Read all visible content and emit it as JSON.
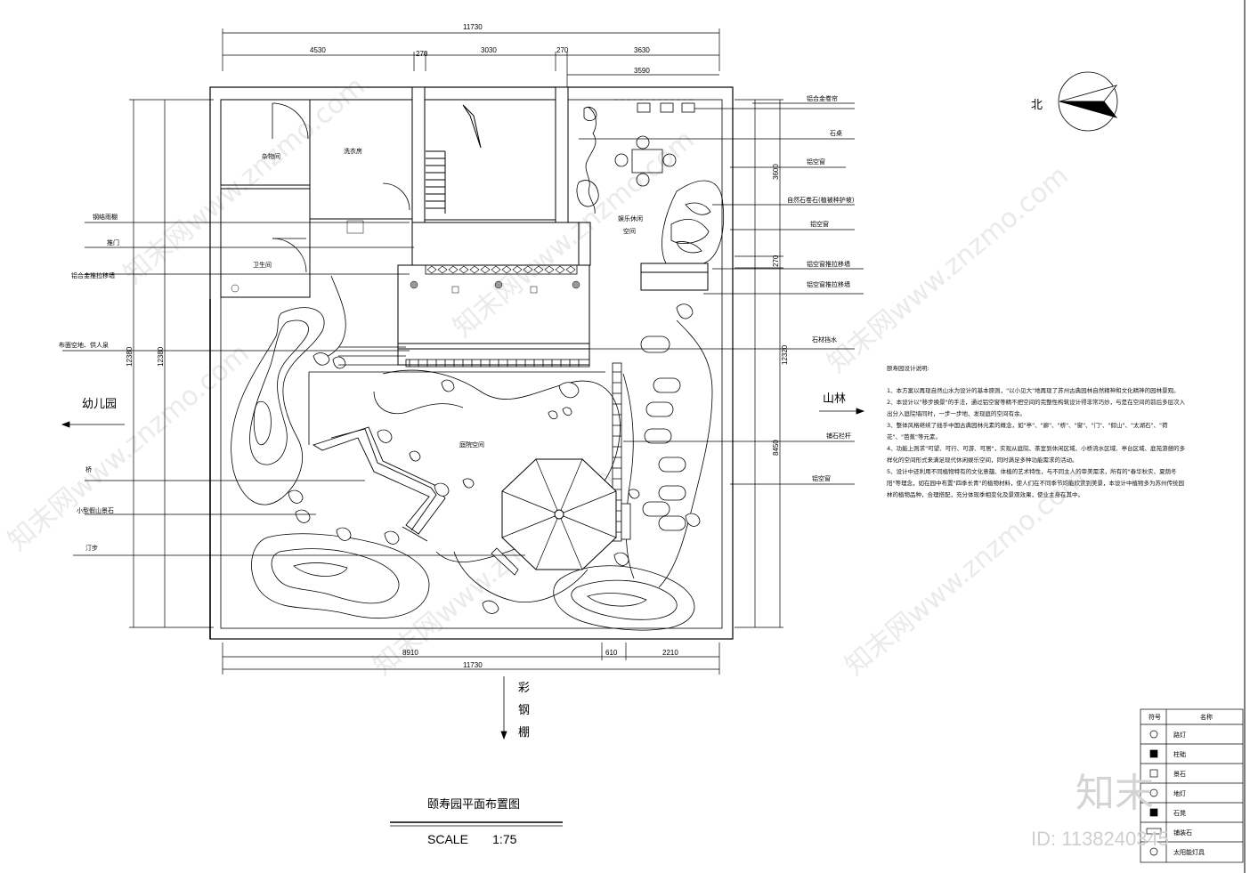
{
  "dims": {
    "top_total": "11730",
    "top_segments": [
      "4530",
      "270",
      "3030",
      "270",
      "3630"
    ],
    "top_sub": "3590",
    "bottom_segments": [
      "8910",
      "610",
      "2210"
    ],
    "bottom_total": "11730",
    "left_outer": "12380",
    "left_inner": "12380",
    "right_outer": "12320",
    "right_upper": "3600",
    "right_mid": "270",
    "right_lower": "8450"
  },
  "rooms": {
    "storage": "杂物间",
    "laundry": "洗衣房",
    "toilet": "卫生间",
    "leisure_line1": "娱乐休闲",
    "leisure_line2": "空间",
    "courtyard": "庭院空间"
  },
  "left_labels": [
    "钢结雨棚",
    "推门",
    "铝合金推拉移墙",
    "布面空地、供人泉",
    "桥",
    "小型假山景石",
    "汀步"
  ],
  "right_labels": [
    "铝合金卷帘",
    "石桌",
    "铝空窗",
    "自然石卷石(植被种护坡)",
    "铝空窗",
    "铝空窗推拉移墙",
    "铝空窗推拉移墙",
    "石材挡水",
    "铺石栏杆",
    "铝空窗"
  ],
  "directions": {
    "north": "北",
    "kindergarten": "幼儿园",
    "forest": "山林",
    "shed_chars": [
      "彩",
      "钢",
      "棚"
    ]
  },
  "title": "颐寿园平面布置图",
  "scale": "SCALE       1:75",
  "notes": {
    "heading": "颐寿园设计说明:",
    "items": [
      "1、本方案以再现自然山水为设计的基本原则，\"以小见大\"地再现了苏州古典园林自然精神和文化精神的园林景观。",
      "2、本设计以\"移步换景\"的手法，通过铝空窗等精不把空间的完整性构筑设计得非常巧妙，与是在空间的前后多层次入出分入庭院墙同时，一步一步地、发现庭的空间有余。",
      "3、整体风格继续了拙手中国古典园林元素的概念，如\"亭\"、\"廊\"、\"桥\"、\"窗\"、\"门\"、\"假山\"、\"太湖石\"、\"荷花\"、\"芭蕉\"等元素。",
      "4、功能上则求\"可望、可行、可游、可居\"，实现从庭院、茶室到休闲区域、小桥流水区域、亭台区域、庭苑游憩的多样化的空间形式来满足现代休闲娱乐空间，同时满足多种功能需求的活动。",
      "5、设计中还利用不同植物特有的文化意蕴、体植的艺术特性，与不同主人的审美需求，所有的\"春华秋实、夏荫冬阳\"等理念，如在园中布置\"四季长青\"的植物材料，使人们在不同季节均能欣赏到美景，本设计中植物多为苏州传统园林的植物品种，合理搭配，充分体现季相变化及景观效果，使业主身在其中。"
    ]
  },
  "legend": {
    "header": [
      "符号",
      "名称"
    ],
    "rows": [
      "路灯",
      "柱础",
      "景石",
      "地灯",
      "石凳",
      "铺装石",
      "太阳能灯具"
    ]
  },
  "watermark": {
    "brand": "知末",
    "id": "ID: 1138240345",
    "site": "知末网www.znzmo.com"
  }
}
